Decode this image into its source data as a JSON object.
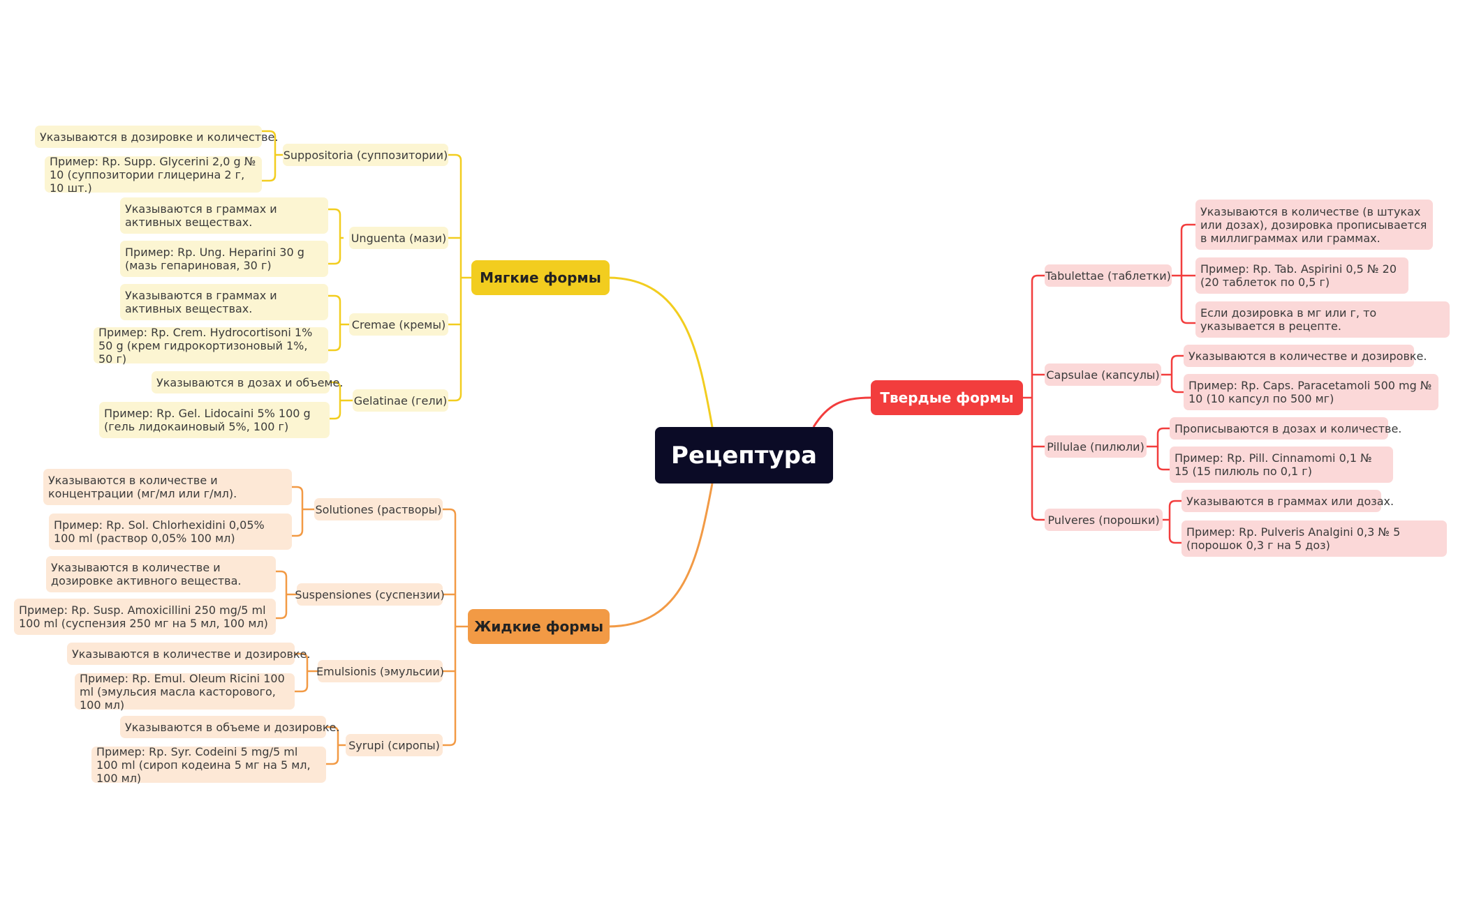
{
  "central": "Рецептура",
  "colors": {
    "soft": "#f2cd1f",
    "liquid": "#f29a45",
    "solid": "#f23d3d",
    "central": "#0b0b26"
  },
  "soft": {
    "title": "Мягкие формы",
    "items": [
      {
        "label": "Suppositoria (суппозитории)",
        "notes": [
          "Указываются в дозировке и количестве.",
          "Пример: Rp. Supp. Glycerini 2,0 g № 10 (суппозитории глицерина 2 г, 10 шт.)"
        ]
      },
      {
        "label": "Unguenta (мази)",
        "notes": [
          "Указываются в граммах и активных веществах.",
          "Пример: Rp. Ung. Heparini 30 g (мазь гепариновая, 30 г)"
        ]
      },
      {
        "label": "Cremae (кремы)",
        "notes": [
          "Указываются в граммах и активных веществах.",
          "Пример: Rp. Crem. Hydrocortisoni 1% 50 g (крем гидрокортизоновый 1%, 50 г)"
        ]
      },
      {
        "label": "Gelatinae (гели)",
        "notes": [
          "Указываются в дозах и объеме.",
          "Пример: Rp. Gel. Lidocaini 5% 100 g (гель лидокаиновый 5%, 100 г)"
        ]
      }
    ]
  },
  "liquid": {
    "title": "Жидкие формы",
    "items": [
      {
        "label": "Solutiones (растворы)",
        "notes": [
          "Указываются в количестве и концентрации (мг/мл или г/мл).",
          "Пример: Rp. Sol. Chlorhexidini 0,05% 100 ml (раствор 0,05% 100 мл)"
        ]
      },
      {
        "label": "Suspensiones (суспензии)",
        "notes": [
          "Указываются в количестве и дозировке активного вещества.",
          "Пример: Rp. Susp. Amoxicillini 250 mg/5 ml 100 ml (суспензия 250 мг на 5 мл, 100 мл)"
        ]
      },
      {
        "label": "Emulsionis (эмульсии)",
        "notes": [
          "Указываются в количестве и дозировке.",
          "Пример: Rp. Emul. Oleum Ricini 100 ml (эмульсия масла касторового, 100 мл)"
        ]
      },
      {
        "label": "Syrupi (сиропы)",
        "notes": [
          "Указываются в объеме и дозировке.",
          "Пример: Rp. Syr. Codeini 5 mg/5 ml 100 ml (сироп кодеина 5 мг на 5 мл, 100 мл)"
        ]
      }
    ]
  },
  "solid": {
    "title": "Твердые формы",
    "items": [
      {
        "label": "Tabulettae (таблетки)",
        "notes": [
          "Указываются в количестве (в штуках или дозах), дозировка прописывается в миллиграммах или граммах.",
          "Пример: Rp. Tab. Aspirini 0,5 № 20 (20 таблеток по 0,5 г)",
          "Если дозировка в мг или г, то указывается в рецепте."
        ]
      },
      {
        "label": "Capsulae (капсулы)",
        "notes": [
          "Указываются в количестве и дозировке.",
          "Пример: Rp. Caps. Paracetamoli 500 mg № 10 (10 капсул по 500 мг)"
        ]
      },
      {
        "label": "Pillulae (пилюли)",
        "notes": [
          "Прописываются в дозах и количестве.",
          "Пример: Rp. Pill. Cinnamomi 0,1 № 15 (15 пилюль по 0,1 г)"
        ]
      },
      {
        "label": "Pulveres (порошки)",
        "notes": [
          "Указываются в граммах или дозах.",
          "Пример: Rp. Pulveris Analgini 0,3 № 5 (порошок 0,3 г на 5 доз)"
        ]
      }
    ]
  }
}
